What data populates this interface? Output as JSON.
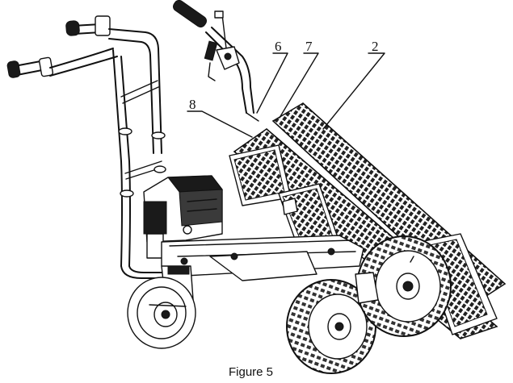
{
  "figure": {
    "caption": "Figure 5",
    "callouts": {
      "c6": "6",
      "c7": "7",
      "c2": "2",
      "c8": "8"
    }
  },
  "colors": {
    "line": "#111111",
    "background": "#ffffff"
  }
}
